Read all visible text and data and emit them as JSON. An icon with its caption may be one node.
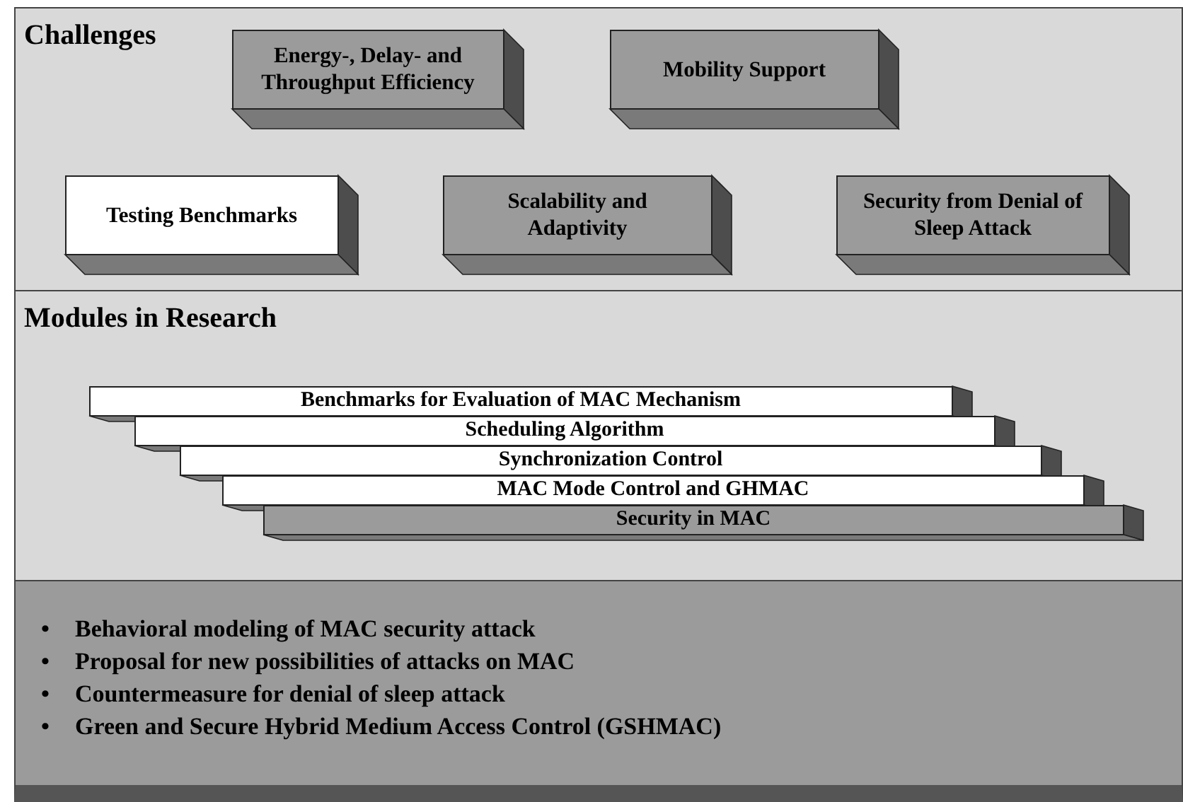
{
  "diagram": {
    "nodes": [
      {
        "text": [
          "Challenges"
        ]
      },
      {
        "text": [
          "Energy-, Delay- and Throughput Efficiency"
        ],
        "in": 0
      },
      {
        "text": [
          "Mobility Support"
        ],
        "in": 0
      },
      {
        "text": [
          "Testing Benchmarks"
        ],
        "in": 0
      },
      {
        "text": [
          "Scalability and Adaptivity"
        ],
        "in": 0
      },
      {
        "text": [
          "Security from Denial of Sleep Attack"
        ],
        "in": 0
      },
      {
        "text": [
          "Modules in Research"
        ]
      },
      {
        "text": [
          "Benchmarks for Evaluation of MAC Mechanism"
        ],
        "in": 6
      },
      {
        "text": [
          "Scheduling Algorithm"
        ],
        "in": 6
      },
      {
        "text": [
          "Synchronization Control"
        ],
        "in": 6
      },
      {
        "text": [
          "MAC Mode Control and GHMAC"
        ],
        "in": 6
      },
      {
        "text": [
          "Security in MAC"
        ],
        "in": 6
      },
      {
        "text": [
          "Behavioral modeling of MAC security attack",
          "Proposal for new possibilities of attacks on MAC",
          "Countermeasure for denial of sleep attack",
          "Green and Secure Hybrid Medium Access Control (GSHMAC)"
        ]
      }
    ],
    "labels": [
      "•",
      "•",
      "•",
      "•"
    ]
  }
}
